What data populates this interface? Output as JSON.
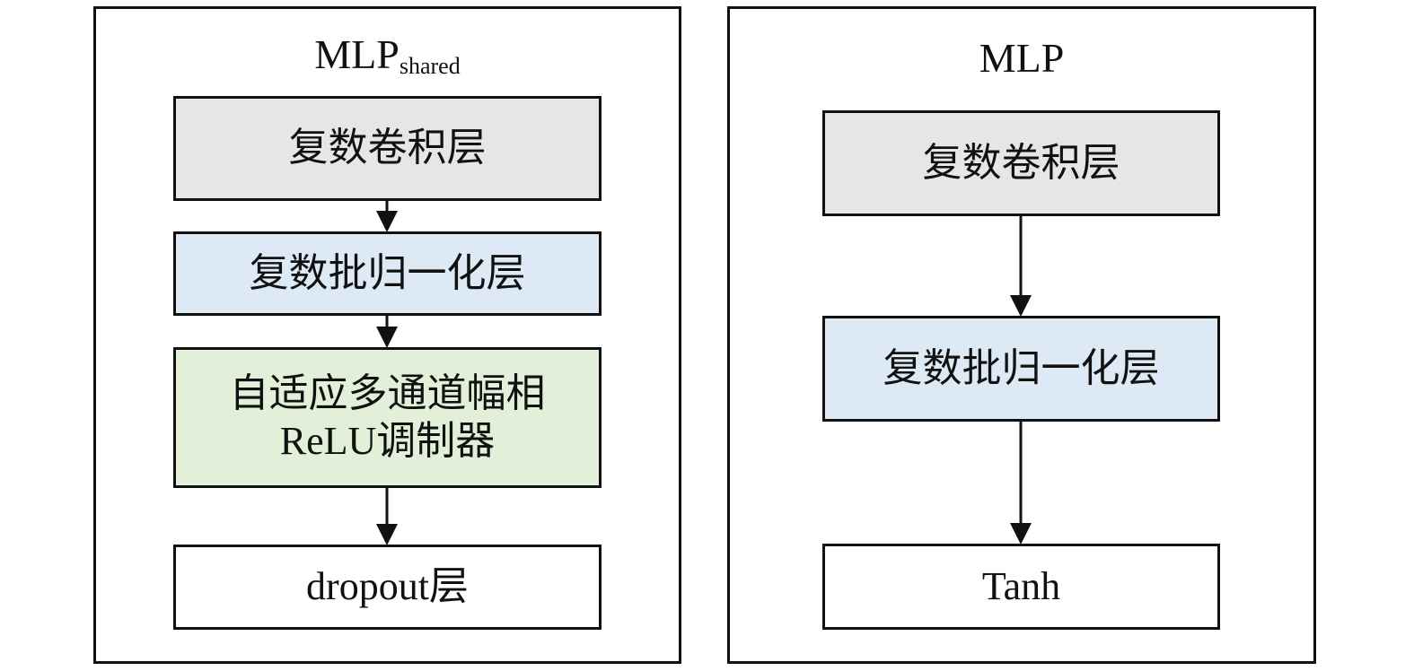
{
  "colors": {
    "conv": "#e6e6e6",
    "bn": "#ddeaf6",
    "act": "#e2efd9",
    "plain": "#ffffff",
    "line": "#111111"
  },
  "left": {
    "title_main": "MLP",
    "title_sub": "shared",
    "blocks": [
      "复数卷积层",
      "复数批归一化层",
      "自适应多通道幅相",
      "ReLU调制器",
      "dropout层"
    ]
  },
  "right": {
    "title": "MLP",
    "blocks": [
      "复数卷积层",
      "复数批归一化层",
      "Tanh"
    ]
  }
}
